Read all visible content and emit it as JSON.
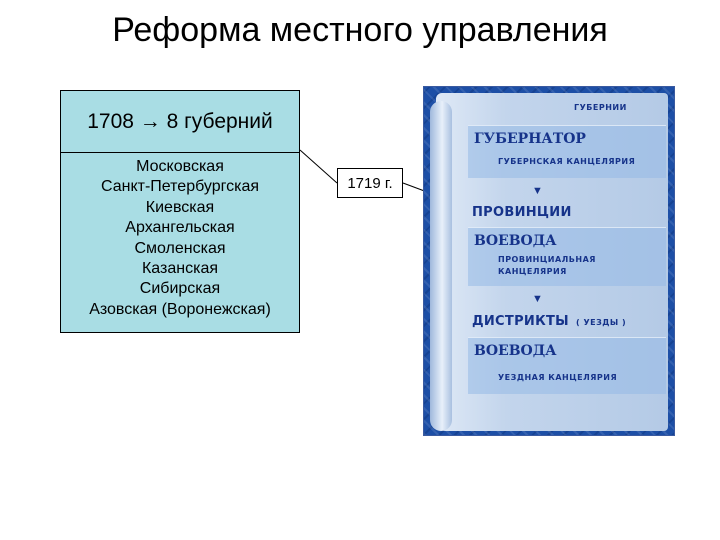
{
  "title": "Реформа местного управления",
  "gubernias": {
    "header": "1708 → 8 губерний",
    "items": [
      "Московская",
      "Санкт-Петербургская",
      "Киевская",
      "Архангельская",
      "Смоленская",
      "Казанская",
      "Сибирская",
      "Азовская (Воронежская)"
    ]
  },
  "year_label": "1719 г.",
  "scheme": {
    "gubernii": "ГУБЕРНИИ",
    "gubernator": "ГУБЕРНАТОР",
    "gub_kancelyariya": "ГУБЕРНСКАЯ КАНЦЕЛЯРИЯ",
    "provincii": "ПРОВИНЦИИ",
    "voevoda1": "ВОЕВОДА",
    "prov_kancelyariya_1": "ПРОВИНЦИАЛЬНАЯ",
    "prov_kancelyariya_2": "КАНЦЕЛЯРИЯ",
    "distrikty": "ДИСТРИКТЫ",
    "uezdy": "( УЕЗДЫ )",
    "voevoda2": "ВОЕВОДА",
    "uezd_kancelyariya": "УЕЗДНАЯ КАНЦЕЛЯРИЯ",
    "arrow": "▼"
  }
}
